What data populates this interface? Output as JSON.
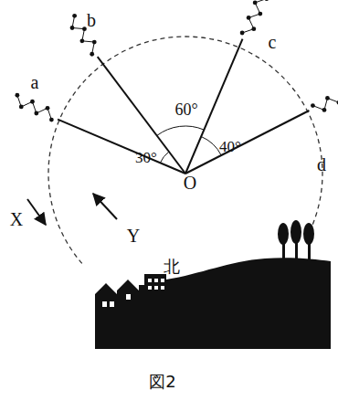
{
  "diagram": {
    "caption": "図2",
    "labels": [
      "a",
      "b",
      "c",
      "d",
      "60°",
      "30°",
      "40°",
      "O",
      "X",
      "Y",
      "北"
    ]
  }
}
